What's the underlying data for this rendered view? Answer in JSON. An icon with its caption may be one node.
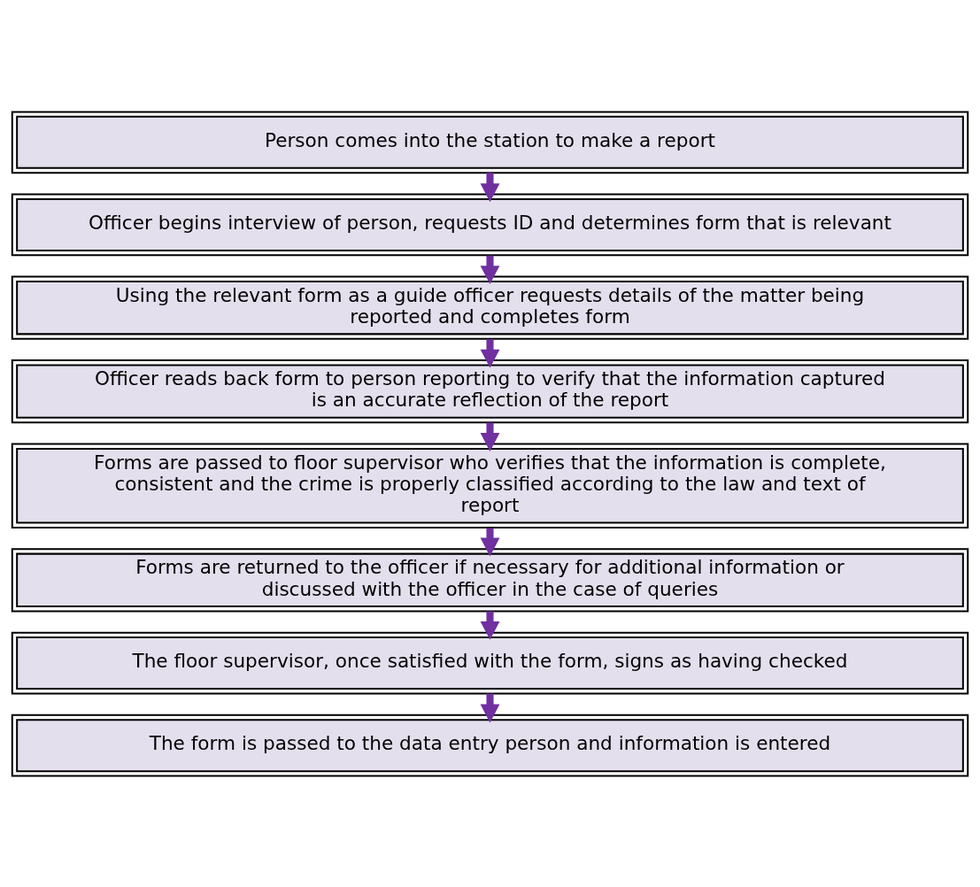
{
  "diagram": {
    "nodes": [
      {
        "text": [
          "Person comes into the station to make a report"
        ]
      },
      {
        "text": [
          "Officer begins interview of person, requests ID and determines form that is relevant"
        ]
      },
      {
        "text": [
          "Using the relevant form as a guide officer requests details of the matter being reported and completes form"
        ]
      },
      {
        "text": [
          "Officer reads back form to person reporting to verify that the information captured is an accurate reflection of the report"
        ]
      },
      {
        "text": [
          "Forms are passed to floor supervisor who verifies that the information is complete, consistent and the crime is properly classified according to the law and text of report"
        ]
      },
      {
        "text": [
          "Forms are returned to the officer if necessary for additional information or discussed with the officer in the case of queries"
        ]
      },
      {
        "text": [
          "The floor supervisor, once satisfied with the form, signs as having checked"
        ]
      },
      {
        "text": [
          "The form is passed to the data entry person and information is entered"
        ]
      }
    ],
    "edges": [
      {
        "from": 0,
        "to": 1,
        "arrow": "to"
      },
      {
        "from": 1,
        "to": 2,
        "arrow": "to"
      },
      {
        "from": 2,
        "to": 3,
        "arrow": "to"
      },
      {
        "from": 3,
        "to": 4,
        "arrow": "to"
      },
      {
        "from": 4,
        "to": 5,
        "arrow": "to"
      },
      {
        "from": 5,
        "to": 6,
        "arrow": "to"
      },
      {
        "from": 6,
        "to": 7,
        "arrow": "to"
      }
    ]
  }
}
